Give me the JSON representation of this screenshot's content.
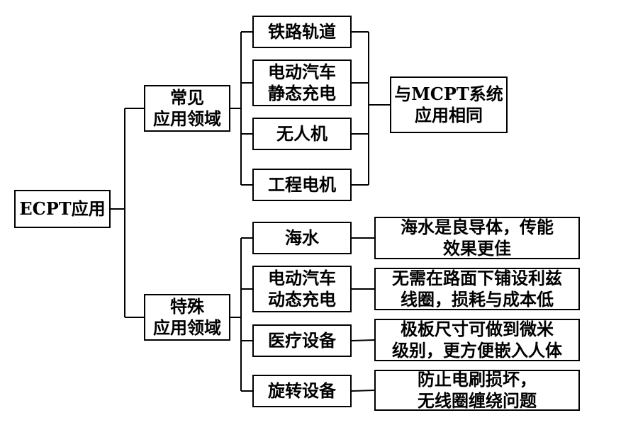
{
  "root": {
    "label": "ECPT应用"
  },
  "groups": [
    {
      "label": "常见\n应用领域",
      "items": [
        "铁路轨道",
        "电动汽车\n静态充电",
        "无人机",
        "工程电机"
      ],
      "shared_note": "与MCPT系统\n应用相同"
    },
    {
      "label": "特殊\n应用领域",
      "items": [
        "海水",
        "电动汽车\n动态充电",
        "医疗设备",
        "旋转设备"
      ],
      "notes": [
        "海水是良导体，传能\n效果更佳",
        "无需在路面下铺设利兹\n线圈，损耗与成本低",
        "极板尺寸可做到微米\n级别，更方便嵌入人体",
        "防止电刷损坏，\n无线圈缠绕问题"
      ]
    }
  ]
}
